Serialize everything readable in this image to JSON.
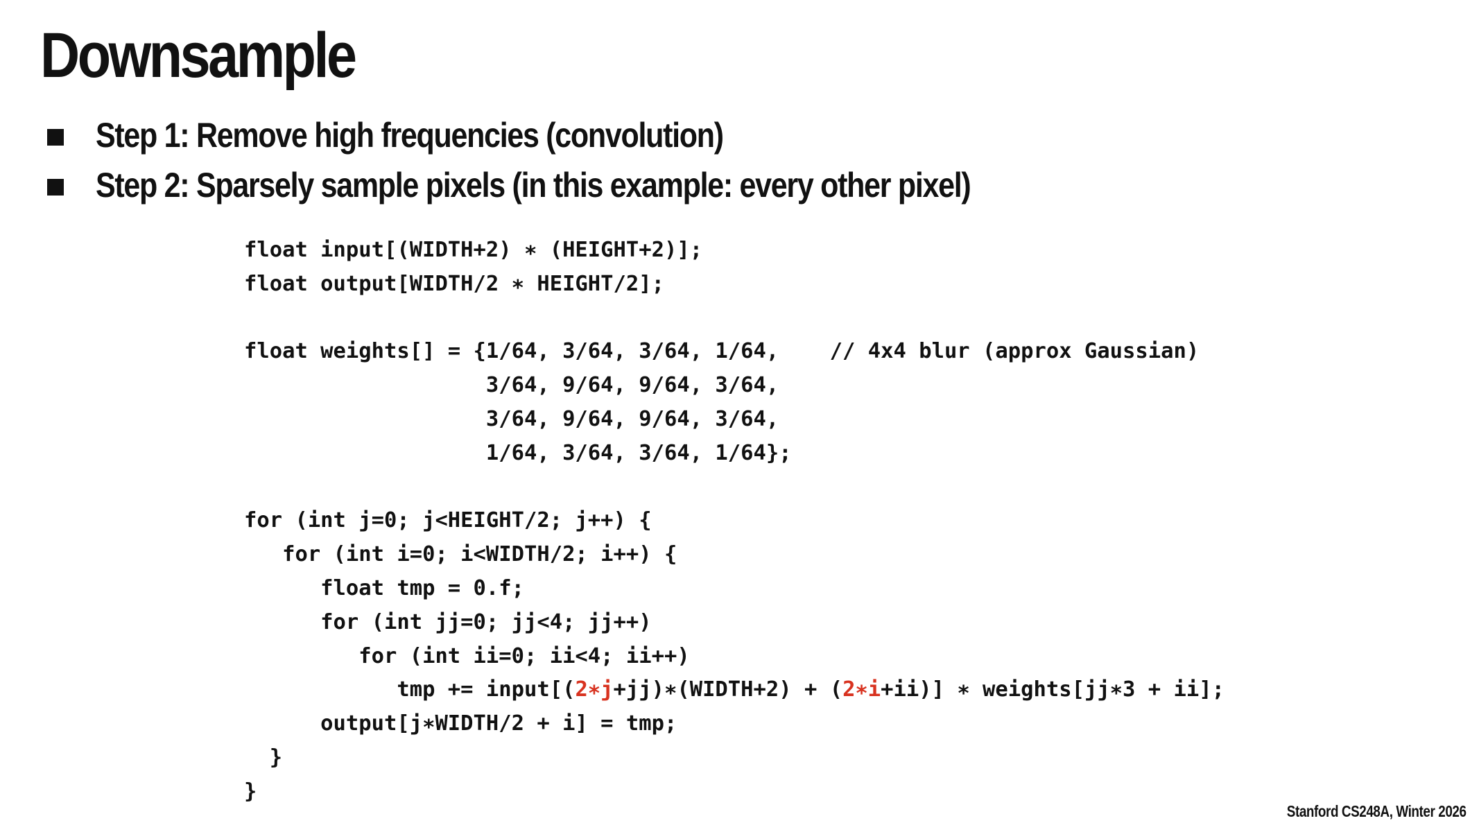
{
  "slide": {
    "title": "Downsample",
    "bullets": [
      "Step 1: Remove high frequencies (convolution)",
      "Step 2: Sparsely sample pixels (in this example: every other pixel)"
    ],
    "code": {
      "line_01": "float input[(WIDTH+2) ∗ (HEIGHT+2)];",
      "line_02": "float output[WIDTH/2 ∗ HEIGHT/2];",
      "line_04": "float weights[] = {1/64, 3/64, 3/64, 1/64,    // 4x4 blur (approx Gaussian)",
      "line_05": "                   3/64, 9/64, 9/64, 3/64,",
      "line_06": "                   3/64, 9/64, 9/64, 3/64,",
      "line_07": "                   1/64, 3/64, 3/64, 1/64};",
      "line_09": "for (int j=0; j<HEIGHT/2; j++) {",
      "line_10": "   for (int i=0; i<WIDTH/2; i++) {",
      "line_11": "      float tmp = 0.f;",
      "line_12": "      for (int jj=0; jj<4; jj++)",
      "line_13": "         for (int ii=0; ii<4; ii++)",
      "line_14": {
        "part_1": "            tmp += input[(",
        "hl_1": "2∗j",
        "part_2": "+jj)∗(WIDTH+2) + (",
        "hl_2": "2∗i",
        "part_3": "+ii)] ∗ weights[jj∗3 + ii];"
      },
      "line_15": "      output[j∗WIDTH/2 + i] = tmp;",
      "line_16": "  }",
      "line_17": "}"
    },
    "footer": "Stanford CS248A, Winter 2026",
    "colors": {
      "text": "#111111",
      "highlight": "#d8321f",
      "background": "#ffffff"
    }
  }
}
